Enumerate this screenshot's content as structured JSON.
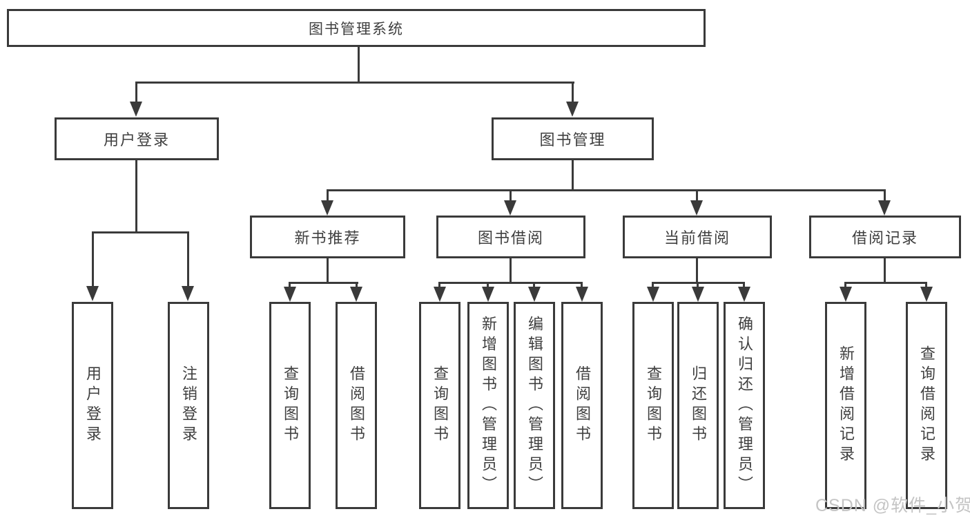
{
  "tree": {
    "root": {
      "label": "图书管理系统"
    },
    "branches": [
      {
        "label": "用户登录",
        "children": [
          {
            "label": "用户登录"
          },
          {
            "label": "注销登录"
          }
        ]
      },
      {
        "label": "图书管理",
        "children": [
          {
            "label": "新书推荐",
            "children": [
              {
                "label": "查询图书"
              },
              {
                "label": "借阅图书"
              }
            ]
          },
          {
            "label": "图书借阅",
            "children": [
              {
                "label": "查询图书"
              },
              {
                "label": "新增图书（管理员）"
              },
              {
                "label": "编辑图书（管理员）"
              },
              {
                "label": "借阅图书"
              }
            ]
          },
          {
            "label": "当前借阅",
            "children": [
              {
                "label": "查询图书"
              },
              {
                "label": "归还图书"
              },
              {
                "label": "确认归还（管理员）"
              }
            ]
          },
          {
            "label": "借阅记录",
            "children": [
              {
                "label": "新增借阅记录"
              },
              {
                "label": "查询借阅记录"
              }
            ]
          }
        ]
      }
    ]
  },
  "watermark": {
    "text": "CSDN @软件_小贺同学"
  },
  "colors": {
    "line": "#3a3a3a",
    "text": "#3f3f3f",
    "watermark": "#c4c4c4",
    "background": "#ffffff"
  }
}
